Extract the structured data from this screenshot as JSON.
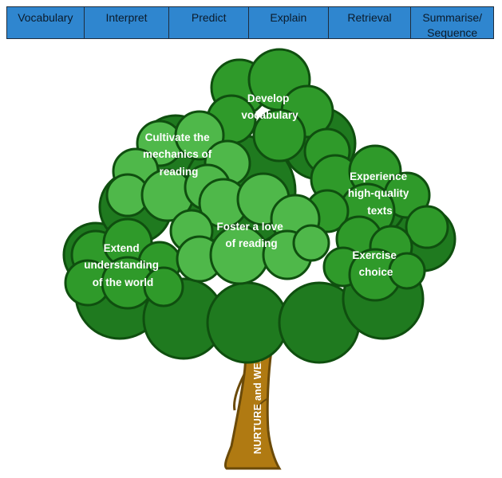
{
  "tabs": [
    {
      "label": "Vocabulary"
    },
    {
      "label": "Interpret"
    },
    {
      "label": "Predict"
    },
    {
      "label": "Explain"
    },
    {
      "label": "Retrieval"
    },
    {
      "label": "Summarise/\nSequence"
    }
  ],
  "tree": {
    "develop": {
      "line1": "Develop",
      "line2": "vocabulary"
    },
    "cultivate": {
      "line1": "Cultivate the",
      "line2": "mechanics of",
      "line3": "reading"
    },
    "experience": {
      "line1": "Experience",
      "line2": "high-quality",
      "line3": "texts"
    },
    "foster": {
      "line1": "Foster a love",
      "line2": "of reading"
    },
    "extend": {
      "line1": "Extend",
      "line2": "understanding",
      "line3": "of the world"
    },
    "exercise": {
      "line1": "Exercise",
      "line2": "choice"
    },
    "trunk_label": "NURTURE and WELLBEING"
  },
  "colors": {
    "tab_bg": "#2f86cf",
    "leaf_dark": "#1f7a1f",
    "leaf_mid": "#2f9a2a",
    "leaf_light": "#4fb84a",
    "leaf_outline": "#0f4f0f",
    "trunk": "#b07a12"
  }
}
